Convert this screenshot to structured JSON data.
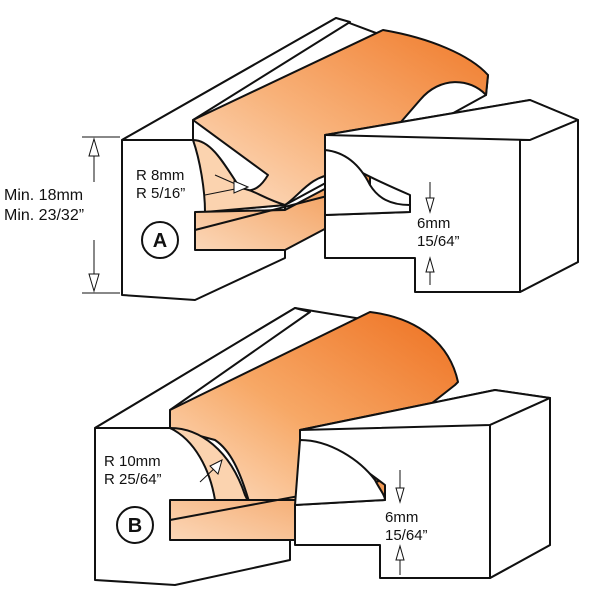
{
  "colors": {
    "wood_light": "#ffffff",
    "profile_orange": "#f28a3c",
    "profile_light": "#fbd0ab",
    "outline": "#111111",
    "arrow_fill": "#ffffff"
  },
  "overall_height": {
    "metric": "Min. 18mm",
    "imperial": "Min. 23/32”"
  },
  "joint_a": {
    "badge": "A",
    "radius_metric": "R 8mm",
    "radius_imperial": "R 5/16”",
    "offset_metric": "6mm",
    "offset_imperial": "15/64”"
  },
  "joint_b": {
    "badge": "B",
    "radius_metric": "R 10mm",
    "radius_imperial": "R 25/64”",
    "offset_metric": "6mm",
    "offset_imperial": "15/64”"
  }
}
